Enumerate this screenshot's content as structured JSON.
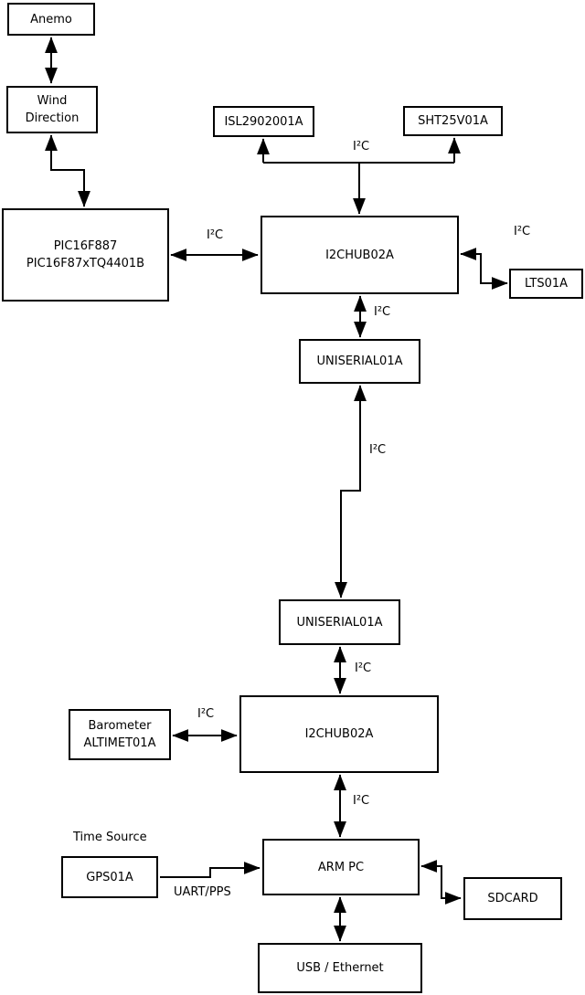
{
  "diagram": {
    "title": "weather-station wiring block diagram",
    "colors": {
      "background": "#ffffff",
      "line": "#000000",
      "box_fill": "#ffffff",
      "text": "#000000"
    },
    "nodes": {
      "anemo": {
        "label": "Anemo"
      },
      "wind_direction": {
        "line1": "Wind",
        "line2": "Direction"
      },
      "pic": {
        "line1": "PIC16F887",
        "line2": "PIC16F87xTQ4401B"
      },
      "isl": {
        "label": "ISL2902001A"
      },
      "sht": {
        "label": "SHT25V01A"
      },
      "hub1": {
        "label": "I2CHUB02A"
      },
      "lts": {
        "label": "LTS01A"
      },
      "uniserial1": {
        "label": "UNISERIAL01A"
      },
      "uniserial2": {
        "label": "UNISERIAL01A"
      },
      "barometer": {
        "line1": "Barometer",
        "line2": "ALTIMET01A"
      },
      "hub2": {
        "label": "I2CHUB02A"
      },
      "gps": {
        "label": "GPS01A"
      },
      "arm_pc": {
        "label": "ARM PC"
      },
      "sdcard": {
        "label": "SDCARD"
      },
      "usb": {
        "label": "USB / Ethernet"
      }
    },
    "edge_labels": {
      "i2c_top_bus": "I²C",
      "i2c_pic_hub1": "I²C",
      "i2c_hub1_lts": "I²C",
      "i2c_hub1_uniserial1": "I²C",
      "i2c_uniserial_link": "I²C",
      "i2c_uniserial2_hub2": "I²C",
      "i2c_barometer_hub2": "I²C",
      "i2c_hub2_arm": "I²C",
      "time_source": "Time Source",
      "uart_pps": "UART/PPS"
    }
  }
}
